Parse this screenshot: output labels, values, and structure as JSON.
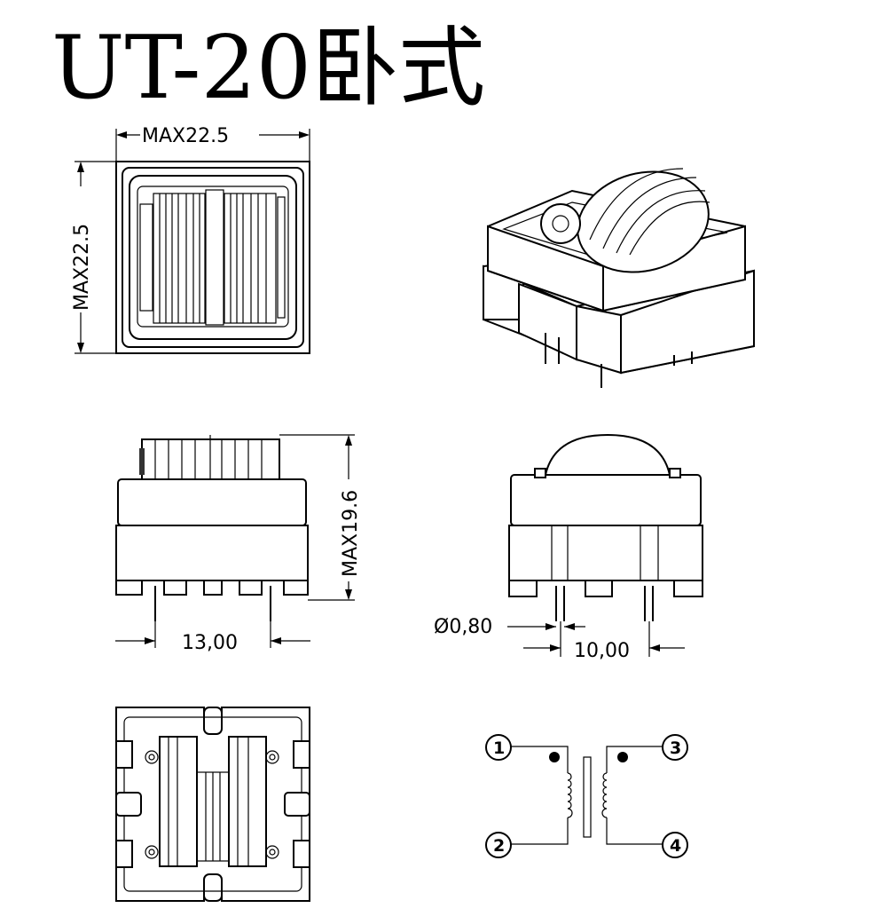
{
  "title": "UT-20卧式",
  "dimensions": {
    "top_width": "MAX22.5",
    "top_height": "MAX22.5",
    "side_height": "MAX19.6",
    "pin_span_side": "13,00",
    "pin_diameter": "Ø0,80",
    "pin_span_front": "10,00"
  },
  "schematic": {
    "pins": [
      "1",
      "2",
      "3",
      "4"
    ]
  }
}
